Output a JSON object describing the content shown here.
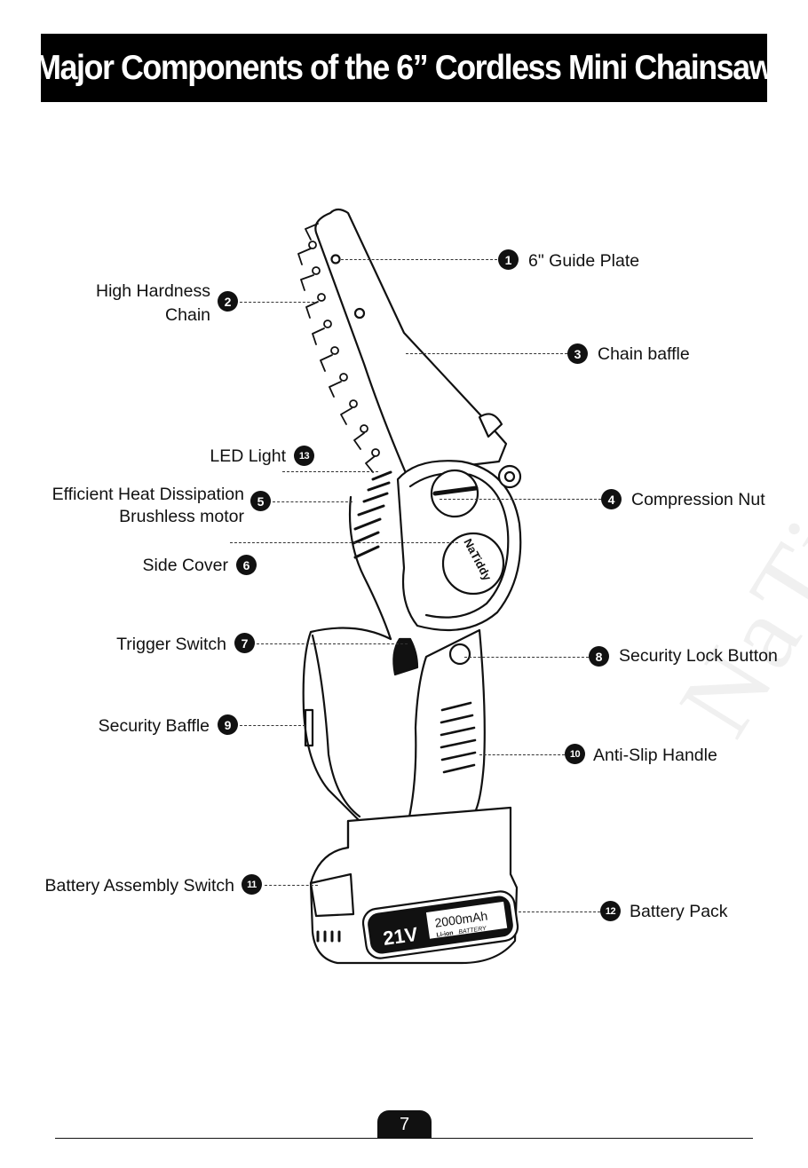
{
  "title": "Major Components of the 6” Cordless Mini Chainsaw",
  "components": [
    {
      "num": "1",
      "label": "6\" Guide Plate"
    },
    {
      "num": "2",
      "label_line1": "High Hardness",
      "label_line2": "Chain"
    },
    {
      "num": "3",
      "label": "Chain baffle"
    },
    {
      "num": "4",
      "label": "Compression Nut"
    },
    {
      "num": "5",
      "label_line1": "Efficient Heat Dissipation",
      "label_line2": "Brushless motor"
    },
    {
      "num": "6",
      "label": "Side Cover"
    },
    {
      "num": "7",
      "label": "Trigger Switch"
    },
    {
      "num": "8",
      "label": "Security Lock Button"
    },
    {
      "num": "9",
      "label": "Security Baffle"
    },
    {
      "num": "10",
      "label": "Anti-Slip Handle"
    },
    {
      "num": "11",
      "label": "Battery Assembly Switch"
    },
    {
      "num": "12",
      "label": "Battery Pack"
    },
    {
      "num": "13",
      "label": "LED Light"
    }
  ],
  "product": {
    "brand_logo": "NaTiddy",
    "battery_voltage": "21V",
    "battery_capacity": "2000mAh",
    "battery_type": "Li-ion",
    "battery_word": "BATTERY"
  },
  "watermark": "NaTi",
  "page_number": "7",
  "colors": {
    "ink": "#111111",
    "body": "#ffffff",
    "title_bg": "#000000"
  }
}
